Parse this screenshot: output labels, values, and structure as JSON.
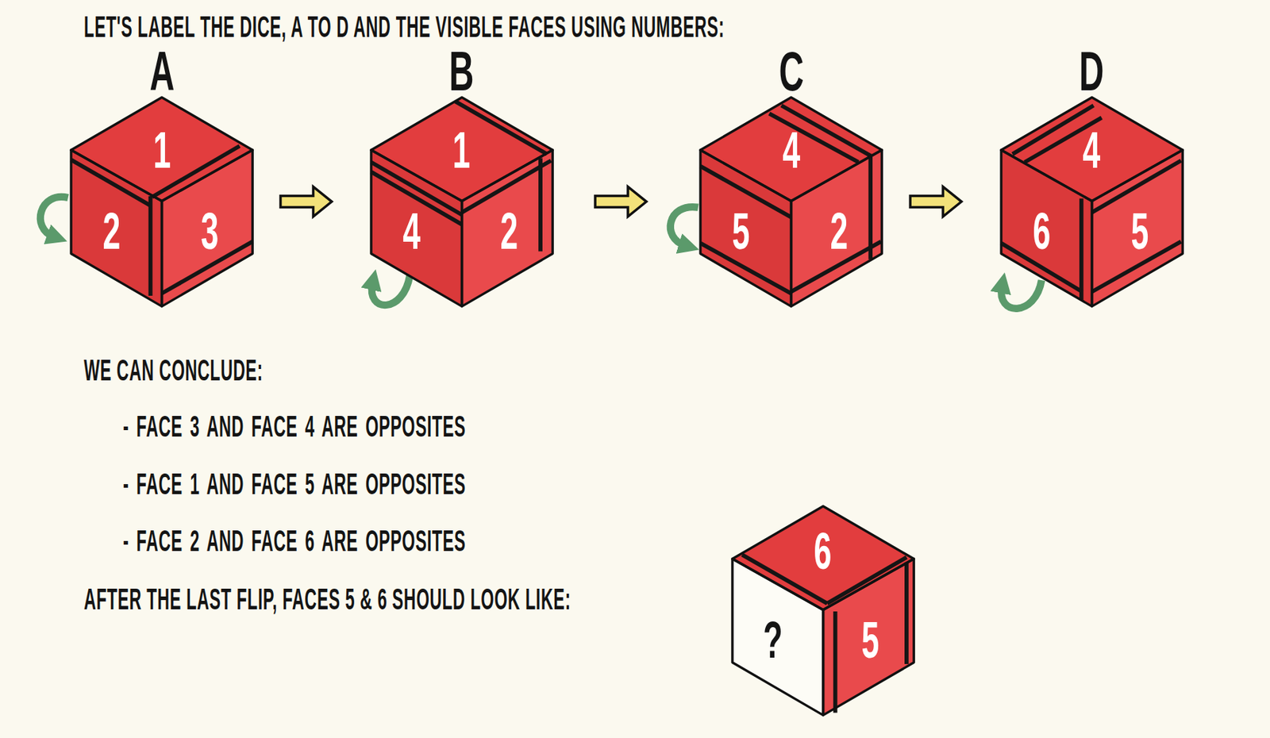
{
  "diagram": {
    "title": "LET'S LABEL THE DICE, A TO D AND THE VISIBLE FACES USING NUMBERS:",
    "nodes": [
      {
        "text": [
          "A",
          "1",
          "2",
          "3"
        ]
      },
      {
        "text": [
          "B",
          "1",
          "4",
          "2"
        ]
      },
      {
        "text": [
          "C",
          "4",
          "5",
          "2"
        ]
      },
      {
        "text": [
          "D",
          "4",
          "6",
          "5"
        ]
      },
      {
        "text": [
          "6",
          "?",
          "5"
        ]
      }
    ],
    "edges": [
      {
        "from": 0,
        "to": 1,
        "arrow": "to"
      },
      {
        "from": 1,
        "to": 2,
        "arrow": "to"
      },
      {
        "from": 2,
        "to": 3,
        "arrow": "to"
      }
    ],
    "labels": [
      "WE CAN CONCLUDE:",
      "- FACE 3 AND FACE 4 ARE OPPOSITES",
      "- FACE 1 AND FACE 5 ARE OPPOSITES",
      "- FACE 2 AND FACE 6 ARE OPPOSITES",
      "AFTER THE LAST FLIP, FACES 5 & 6 SHOULD LOOK LIKE:"
    ]
  }
}
